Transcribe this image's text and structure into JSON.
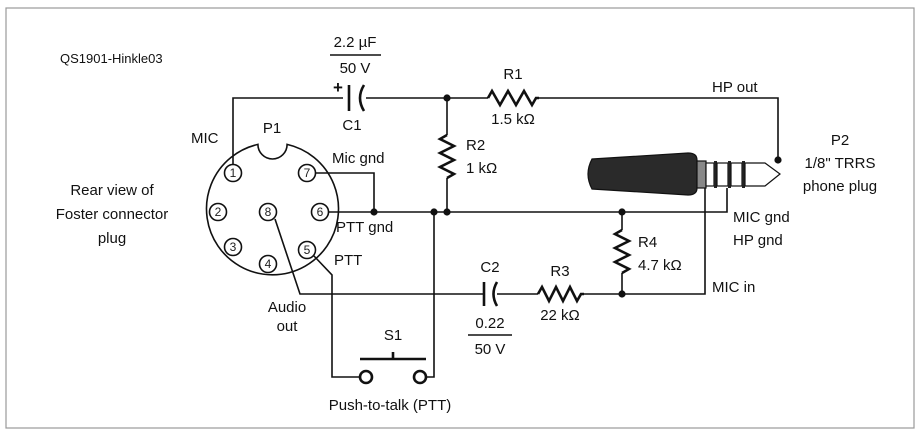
{
  "figure_id": "QS1901-Hinkle03",
  "connector_p1": {
    "ref": "P1",
    "description_lines": [
      "Rear view of",
      "Foster connector",
      "plug"
    ],
    "pins": [
      "1",
      "2",
      "3",
      "4",
      "5",
      "6",
      "7",
      "8"
    ],
    "pin_labels": {
      "mic": "MIC",
      "mic_gnd": "Mic gnd",
      "ptt_gnd": "PTT gnd",
      "ptt": "PTT",
      "audio_out_line1": "Audio",
      "audio_out_line2": "out"
    }
  },
  "c1": {
    "ref": "C1",
    "value": "2.2 µF",
    "rating": "50 V",
    "polarity": "+"
  },
  "c2": {
    "ref": "C2",
    "value": "0.22",
    "rating": "50 V"
  },
  "r1": {
    "ref": "R1",
    "value": "1.5 kΩ"
  },
  "r2": {
    "ref": "R2",
    "value": "1 kΩ"
  },
  "r3": {
    "ref": "R3",
    "value": "22 kΩ"
  },
  "r4": {
    "ref": "R4",
    "value": "4.7 kΩ"
  },
  "s1": {
    "ref": "S1",
    "label": "Push-to-talk (PTT)"
  },
  "p2": {
    "ref": "P2",
    "description_lines": [
      "1/8\" TRRS",
      "phone plug"
    ],
    "net_labels": {
      "hp_out": "HP out",
      "mic_gnd": "MIC gnd",
      "hp_gnd": "HP gnd",
      "mic_in": "MIC in"
    }
  }
}
